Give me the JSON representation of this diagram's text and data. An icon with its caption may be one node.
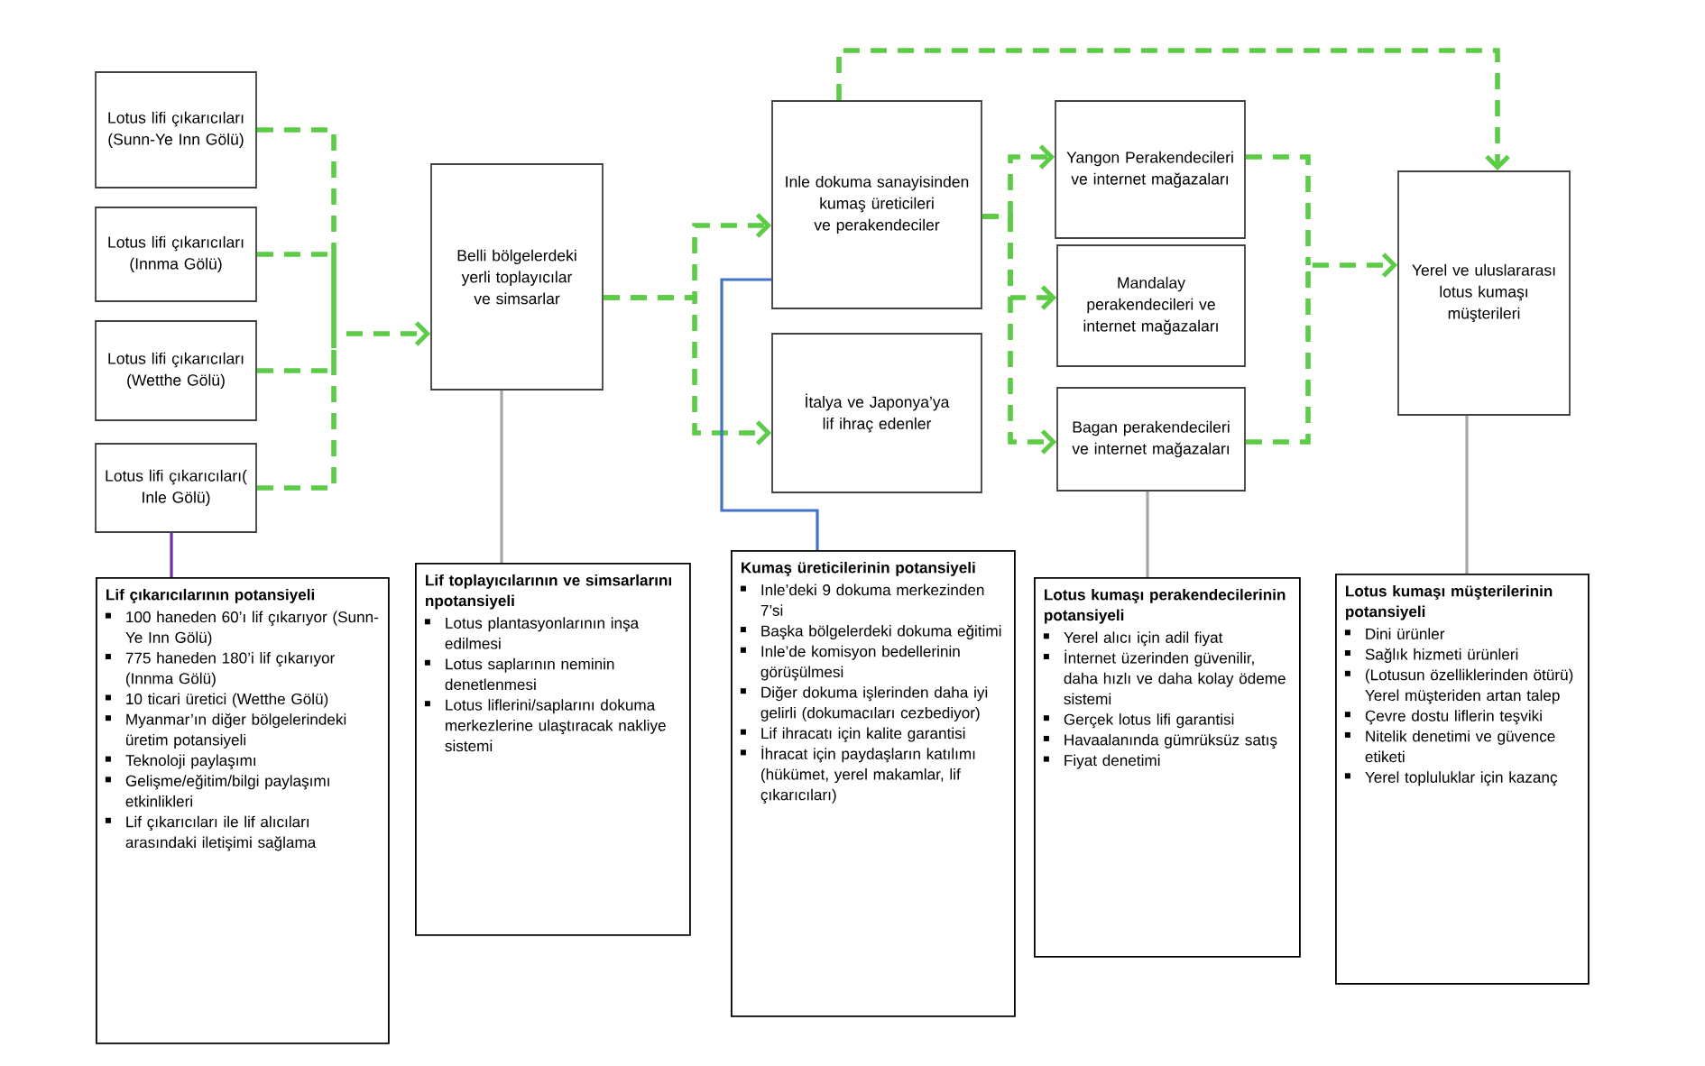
{
  "diagram": {
    "nodes": [
      {
        "text": [
          "Lotus lifi çıkarıcıları (Sunn-Ye Inn Gölü)"
        ]
      },
      {
        "text": [
          "Lotus lifi çıkarıcıları (Innma Gölü)"
        ]
      },
      {
        "text": [
          "Lotus lifi çıkarıcıları (Wetthe Gölü)"
        ]
      },
      {
        "text": [
          "Lotus lifi çıkarıcıları( Inle Gölü)"
        ]
      },
      {
        "text": [
          "Belli bölgelerdeki yerli toplayıcılar ve simsarlar"
        ]
      },
      {
        "text": [
          "Inle dokuma sanayisinden kumaş üreticileri ve perakendeciler"
        ]
      },
      {
        "text": [
          "İtalya ve Japonya’ya lif ihraç edenler"
        ]
      },
      {
        "text": [
          "Yangon Perakendecileri ve internet mağazaları"
        ]
      },
      {
        "text": [
          "Mandalay perakendecileri ve internet mağazaları"
        ]
      },
      {
        "text": [
          "Bagan perakendecileri ve internet mağazaları"
        ]
      },
      {
        "text": [
          "Yerel ve uluslararası lotus kumaşı müşterileri"
        ]
      },
      {
        "text": [
          "Lif çıkarıcılarının potansiyeli",
          "100 haneden 60’ı lif çıkarıyor (Sunn-Ye Inn Gölü)",
          "775 haneden 180’i lif çıkarıyor (Innma Gölü)",
          "10 ticari üretici (Wetthe Gölü)",
          "Myanmar’ın diğer bölgelerindeki üretim potansiyeli",
          "Teknoloji paylaşımı",
          "Gelişme/eğitim/bilgi paylaşımı etkinlikleri",
          "Lif çıkarıcıları ile lif alıcıları arasındaki iletişimi sağlama"
        ]
      },
      {
        "text": [
          "Lif toplayıcılarının ve simsarlarını npotansiyeli",
          "Lotus plantasyonlarının inşa edilmesi",
          "Lotus saplarının neminin denetlenmesi",
          "Lotus liflerini/saplarını dokuma merkezlerine ulaştıracak nakliye sistemi"
        ]
      },
      {
        "text": [
          "Kumaş üreticilerinin potansiyeli",
          "Inle’deki 9 dokuma merkezinden 7’si",
          "Başka bölgelerdeki dokuma eğitimi",
          "Inle’de komisyon bedellerinin görüşülmesi",
          "Diğer dokuma işlerinden daha iyi gelirli (dokumacıları cezbediyor)",
          "Lif ihracatı için kalite garantisi",
          "İhracat için paydaşların katılımı (hükümet, yerel makamlar, lif çıkarıcıları)"
        ]
      },
      {
        "text": [
          "Lotus kumaşı perakendecilerinin potansiyeli",
          "Yerel alıcı için adil fiyat",
          "İnternet üzerinden güvenilir, daha hızlı ve daha kolay ödeme sistemi",
          "Gerçek lotus lifi garantisi",
          "Havaalanında gümrüksüz satış",
          "Fiyat denetimi"
        ]
      },
      {
        "text": [
          "Lotus kumaşı müşterilerinin potansiyeli",
          "Dini ürünler",
          "Sağlık hizmeti ürünleri",
          "(Lotusun özelliklerinden ötürü) Yerel müşteriden artan talep",
          "Çevre dostu liflerin teşviki",
          "Nitelik denetimi ve güvence etiketi",
          "Yerel topluluklar için kazanç"
        ]
      }
    ],
    "edges": [
      {
        "from": 0,
        "to": 4,
        "arrow": "to",
        "style": "dashed"
      },
      {
        "from": 1,
        "to": 4,
        "arrow": "to",
        "style": "dashed"
      },
      {
        "from": 2,
        "to": 4,
        "arrow": "to",
        "style": "dashed"
      },
      {
        "from": 3,
        "to": 4,
        "arrow": "to",
        "style": "dashed"
      },
      {
        "from": 4,
        "to": 5,
        "arrow": "to",
        "style": "dashed"
      },
      {
        "from": 4,
        "to": 6,
        "arrow": "to",
        "style": "dashed"
      },
      {
        "from": 5,
        "to": 7,
        "arrow": "to",
        "style": "dashed"
      },
      {
        "from": 5,
        "to": 8,
        "arrow": "to",
        "style": "dashed"
      },
      {
        "from": 5,
        "to": 9,
        "arrow": "to",
        "style": "dashed"
      },
      {
        "from": 7,
        "to": 10,
        "arrow": "to",
        "style": "dashed"
      },
      {
        "from": 9,
        "to": 10,
        "arrow": "to",
        "style": "dashed"
      },
      {
        "from": 5,
        "to": 10,
        "arrow": "to",
        "style": "dashed"
      },
      {
        "from": 3,
        "to": 11,
        "arrow": "none",
        "color": "#7030a0"
      },
      {
        "from": 4,
        "to": 12,
        "arrow": "none",
        "color": "#a6a6a6"
      },
      {
        "from": 5,
        "to": 13,
        "arrow": "none",
        "color": "#4472c4"
      },
      {
        "from": 9,
        "to": 14,
        "arrow": "none",
        "color": "#a6a6a6"
      },
      {
        "from": 10,
        "to": 15,
        "arrow": "none",
        "color": "#a6a6a6"
      }
    ]
  }
}
